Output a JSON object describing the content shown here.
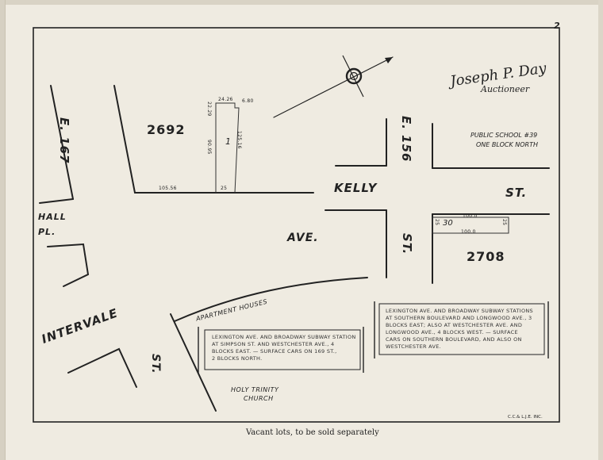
{
  "page_number": "2",
  "auctioneer": {
    "signature": "Joseph P. Day",
    "title": "Auctioneer"
  },
  "streets": {
    "e167": "E. 167",
    "e156": "E. 156",
    "kelly": "KELLY",
    "st_right": "ST.",
    "hall": "HALL",
    "pl": "PL.",
    "ave": "AVE.",
    "st_mid": "ST.",
    "intervale": "INTERVALE",
    "st_bottom": "ST."
  },
  "blocks": {
    "block_left": "2692",
    "block_right": "2708"
  },
  "lot_left": {
    "lot_number": "1",
    "dims": {
      "top": "24.26",
      "top_right": "6.80",
      "left_top": "22.29",
      "left": "90.95",
      "right": "125.16",
      "bottom": "25",
      "frontage": "105.56"
    }
  },
  "lot_right": {
    "lot_number": "30",
    "dims": {
      "top": "100.0",
      "bottom": "100.0",
      "left": "25",
      "right": "25"
    }
  },
  "school_note": {
    "line1": "PUBLIC SCHOOL #39",
    "line2": "ONE BLOCK NORTH"
  },
  "apartment_label": "APARTMENT HOUSES",
  "church": {
    "line1": "HOLY TRINITY",
    "line2": "CHURCH"
  },
  "transit_left": [
    "LEXINGTON AVE. AND BROADWAY SUBWAY STATION",
    "AT SIMPSON ST. AND WESTCHESTER AVE., 4",
    "BLOCKS EAST. — SURFACE CARS ON 169 ST.,",
    "2 BLOCKS NORTH."
  ],
  "transit_right": [
    "LEXINGTON AVE. AND BROADWAY SUBWAY STATIONS",
    "AT SOUTHERN BOULEVARD AND LONGWOOD AVE., 3",
    "BLOCKS EAST; ALSO AT WESTCHESTER AVE. AND",
    "LONGWOOD AVE., 4 BLOCKS WEST. — SURFACE",
    "CARS ON SOUTHERN BOULEVARD, AND ALSO ON",
    "WESTCHESTER AVE."
  ],
  "publisher_mark": "C.C.& L.J.E. INC.",
  "caption": "Vacant lots, to be sold separately",
  "colors": {
    "paper": "#efebe1",
    "ink": "#222222"
  }
}
